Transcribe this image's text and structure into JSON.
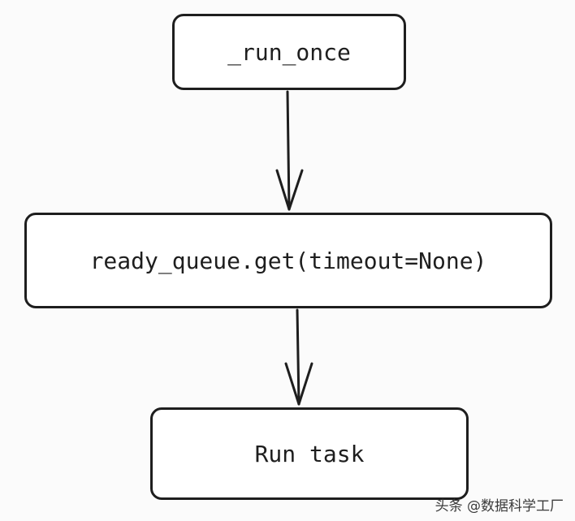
{
  "diagram": {
    "nodes": [
      {
        "id": "n1",
        "label": "_run_once"
      },
      {
        "id": "n2",
        "label": "ready_queue.get(timeout=None)"
      },
      {
        "id": "n3",
        "label": "Run task"
      }
    ],
    "edges": [
      {
        "from": "n1",
        "to": "n2"
      },
      {
        "from": "n2",
        "to": "n3"
      }
    ]
  },
  "watermark": "头条 @数据科学工厂",
  "colors": {
    "stroke": "#1e1e1e",
    "background": "#fbfbfb",
    "box_fill": "#ffffff"
  }
}
